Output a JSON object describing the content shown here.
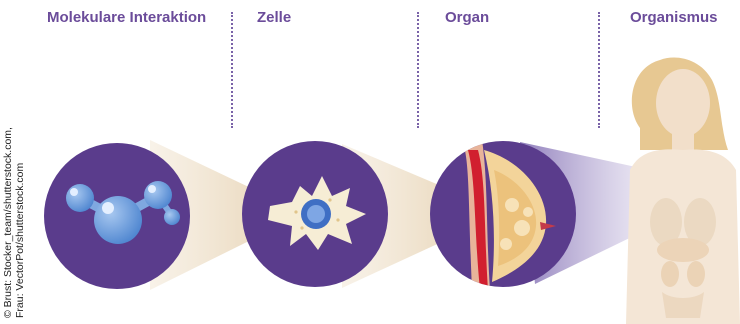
{
  "stages": [
    {
      "label": "Molekulare Interaktion",
      "subject": "molecule"
    },
    {
      "label": "Zelle",
      "subject": "cell"
    },
    {
      "label": "Organ",
      "subject": "breast-organ"
    },
    {
      "label": "Organismus",
      "subject": "woman-body"
    }
  ],
  "credits": {
    "line1": "© Brust: Stocker_team/shutterstock.com,",
    "line2": "Frau: VectorPot/shutterstock.com"
  },
  "colors": {
    "accent": "#6b4c9a",
    "circle": "#5a3c8c",
    "beam": "#efe3cf",
    "skin": "#f5e6d3",
    "hair": "#e8c894"
  }
}
